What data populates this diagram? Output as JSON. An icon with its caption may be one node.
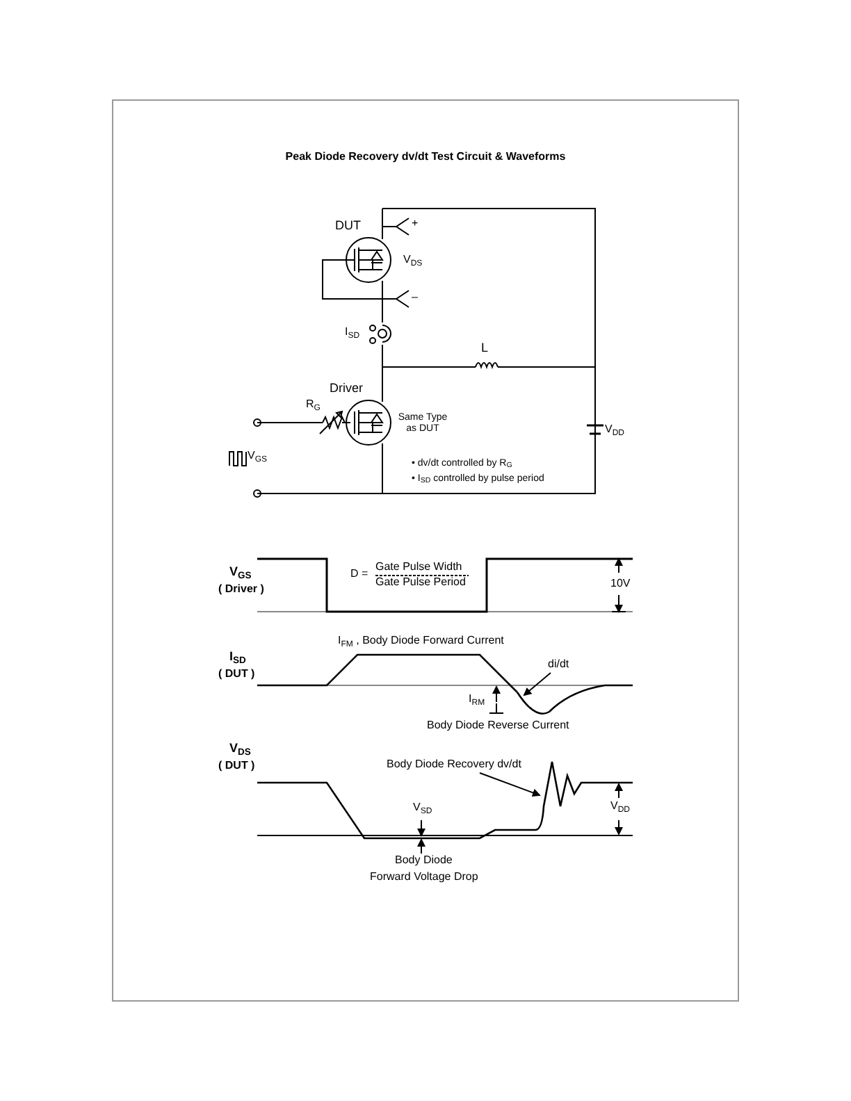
{
  "diagram": {
    "title": "Peak Diode Recovery dv/dt Test Circuit & Waveforms",
    "nodes": [
      {
        "text": [
          "di/dt"
        ]
      },
      {
        "text": [
          "Body Diode Recovery dv/dt"
        ]
      },
      {
        "text": [],
        "shape": "picture"
      },
      {
        "text": [],
        "shape": "picture"
      }
    ],
    "edges": [
      {
        "from": 0,
        "to": 2,
        "arrow": "to"
      },
      {
        "from": 1,
        "to": 3,
        "arrow": "to"
      }
    ],
    "labels": [
      "DUT",
      "+",
      "V$_{DS}$",
      "–",
      "I$_{SD}$",
      "L",
      "Driver",
      "R$_{G}$",
      "Same Type as DUT",
      "V$_{DD}$",
      "V$_{GS}$",
      "• dv/dt controlled by R$_{G}$",
      "• I$_{SD}$ controlled by pulse period",
      "V$_{GS}$",
      "( Driver )",
      "D =",
      "Gate Pulse Width",
      "Gate Pulse Period",
      "10V",
      "I$_{FM}$ , Body Diode Forward Current",
      "I$_{SD}$",
      "( DUT )",
      "I$_{RM}$",
      "Body Diode Reverse Current",
      "V$_{DS}$",
      "( DUT )",
      "V$_{SD}$",
      "V$_{DD}$",
      "Body Diode",
      "Forward Voltage Drop"
    ]
  }
}
